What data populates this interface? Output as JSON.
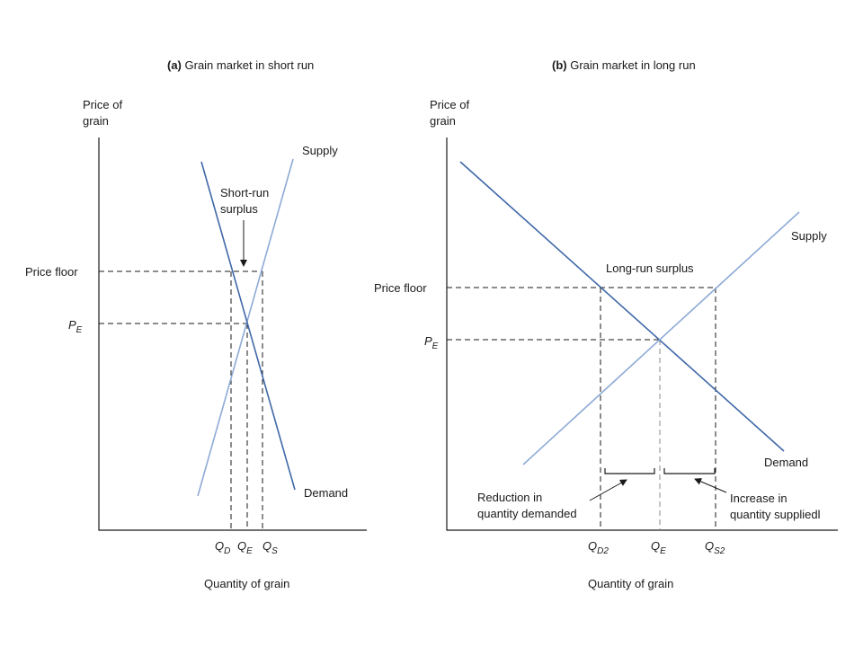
{
  "colors": {
    "demand": "#3f68a8",
    "supply": "#8eaad6",
    "axis": "#1a1a1a"
  },
  "panel_a": {
    "title_prefix": "(a)",
    "title_rest": " Grain market in short run",
    "y_label_line1": "Price of",
    "y_label_line2": "grain",
    "x_label": "Quantity of grain",
    "supply_label": "Supply",
    "demand_label": "Demand",
    "surplus_line1": "Short-run",
    "surplus_line2": "surplus",
    "price_floor_label": "Price floor",
    "pe_main": "P",
    "pe_sub": "E",
    "qd_main": "Q",
    "qd_sub": "D",
    "qe_main": "Q",
    "qe_sub": "E",
    "qs_main": "Q",
    "qs_sub": "S"
  },
  "panel_b": {
    "title_prefix": "(b)",
    "title_rest": " Grain market in long run",
    "y_label_line1": "Price of",
    "y_label_line2": "grain",
    "x_label": "Quantity of grain",
    "supply_label": "Supply",
    "demand_label": "Demand",
    "surplus_label": "Long-run surplus",
    "price_floor_label": "Price floor",
    "pe_main": "P",
    "pe_sub": "E",
    "qd2_main": "Q",
    "qd2_sub": "D2",
    "qe_main": "Q",
    "qe_sub": "E",
    "qs2_main": "Q",
    "qs2_sub": "S2",
    "reduction_line1": "Reduction in",
    "reduction_line2": "quantity demanded",
    "increase_line1": "Increase in",
    "increase_line2": "quantity suppliedl"
  }
}
